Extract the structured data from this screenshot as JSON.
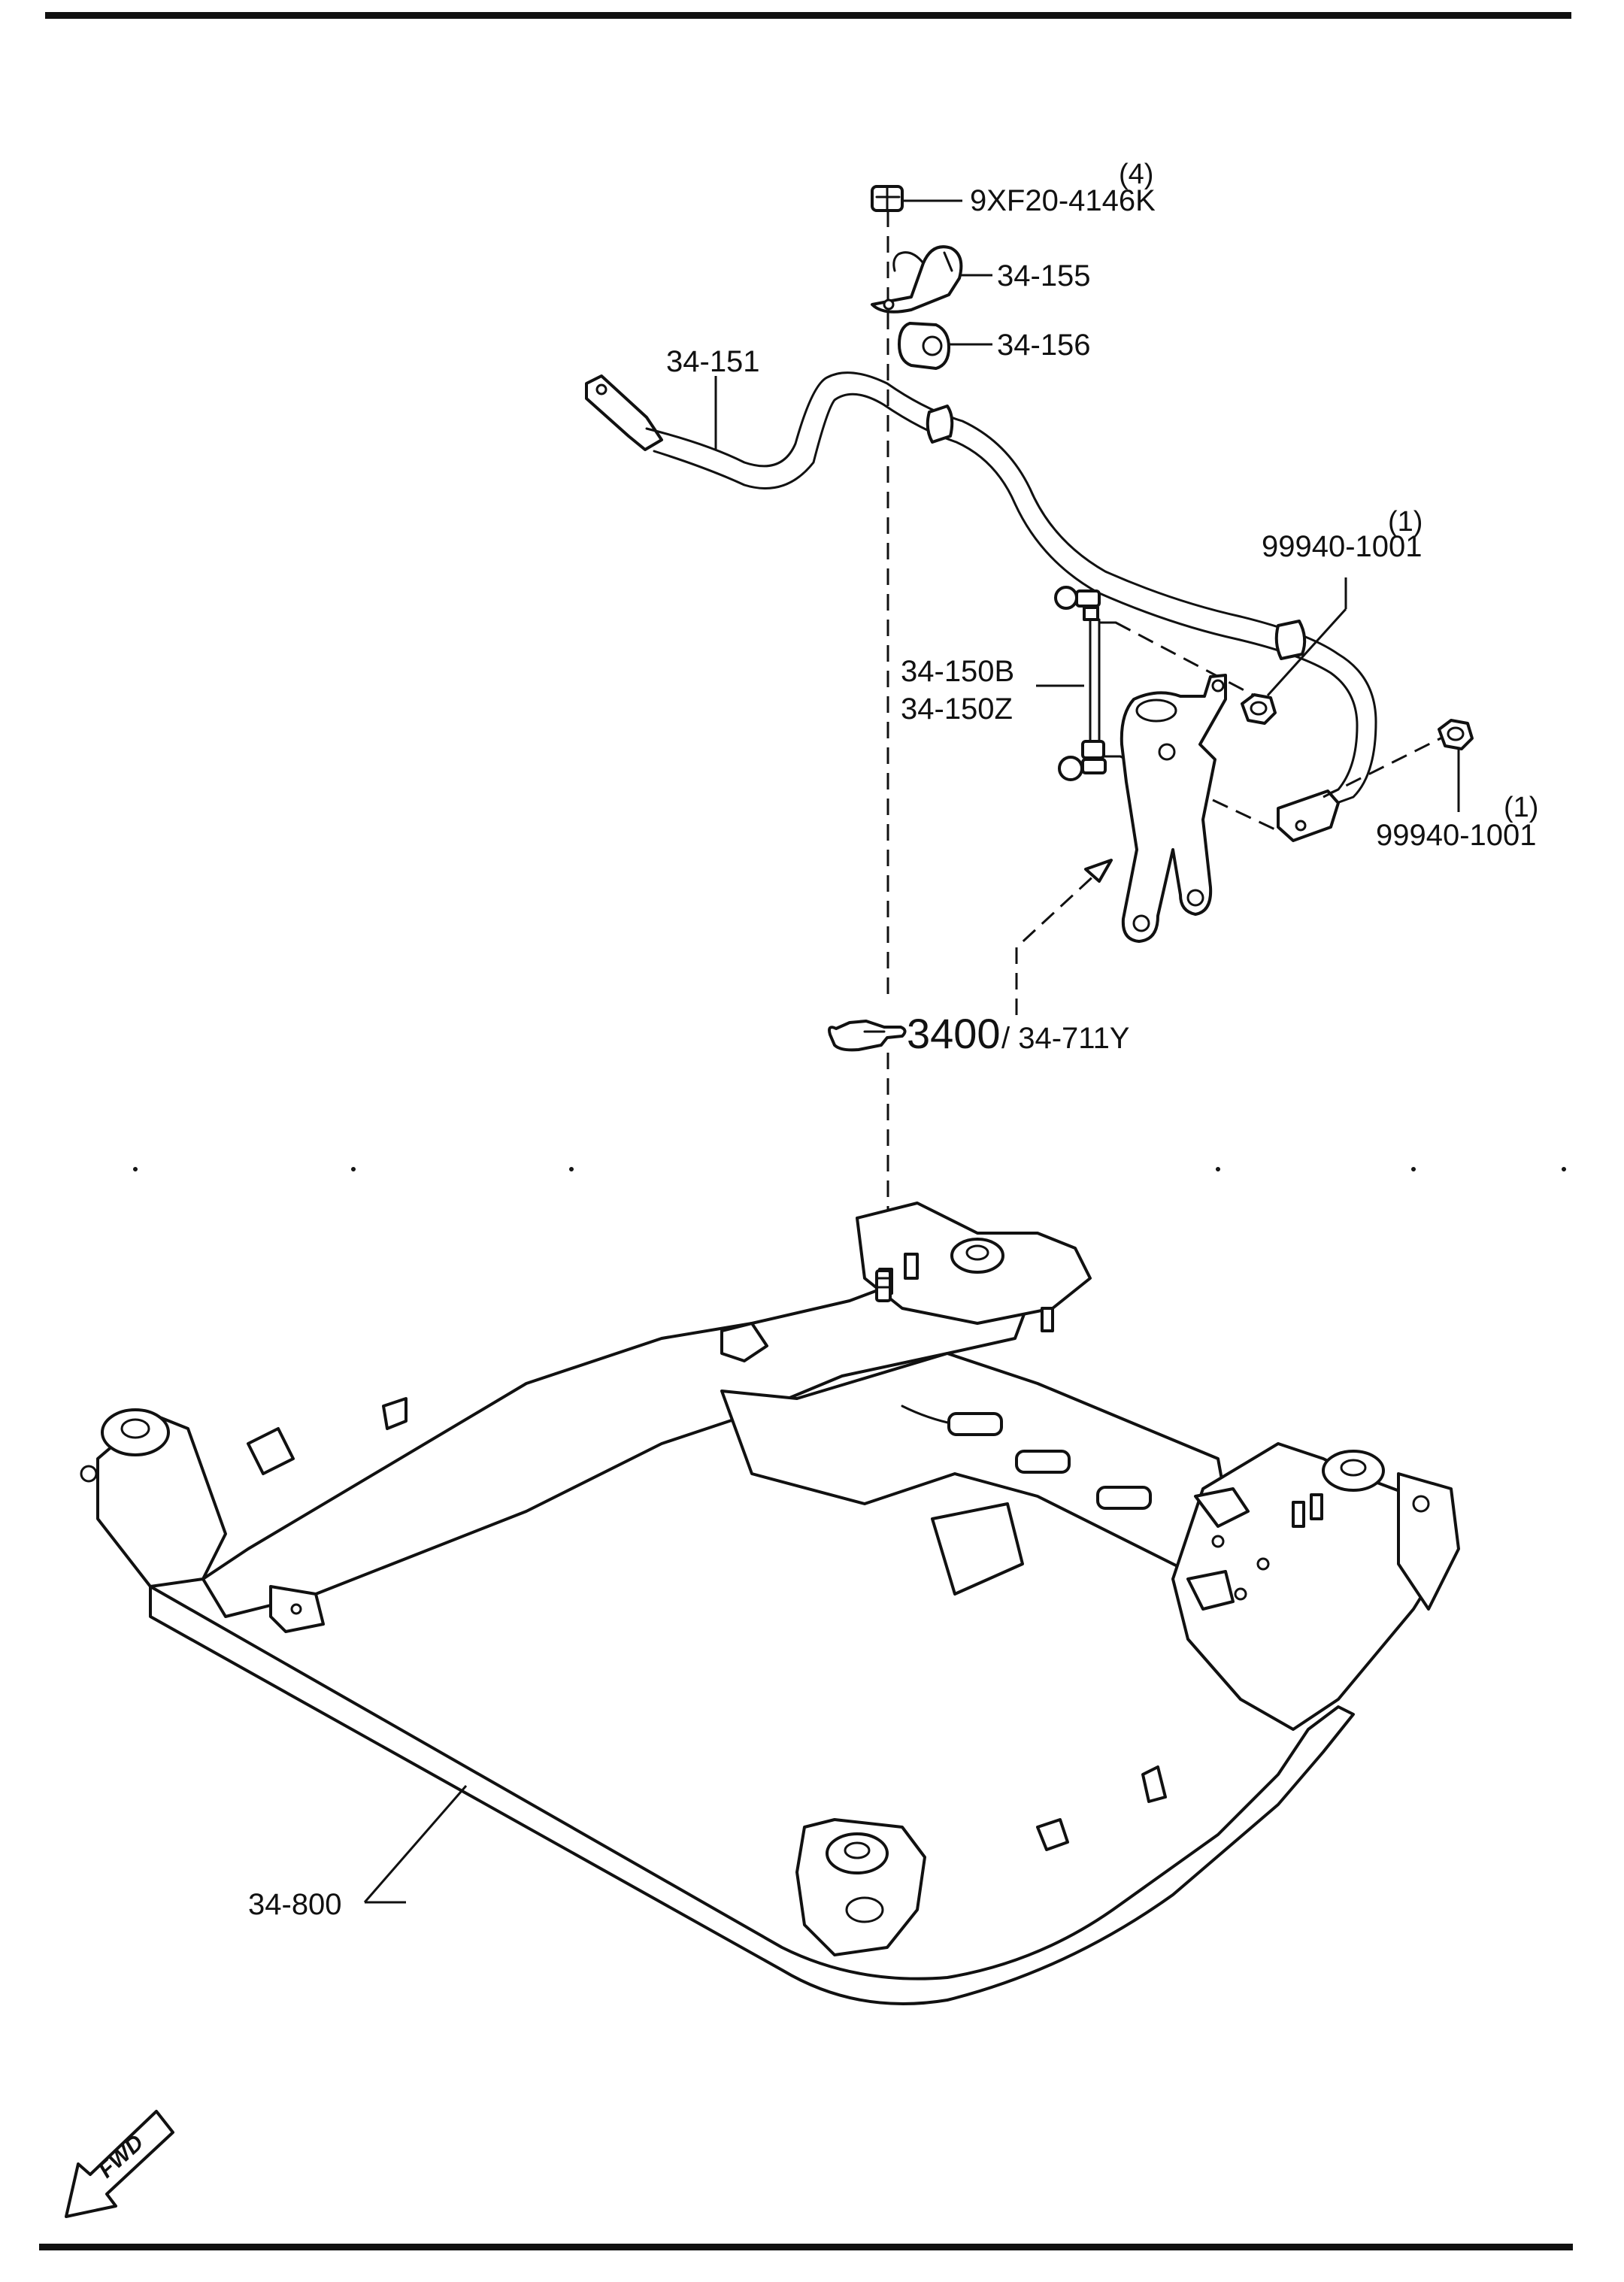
{
  "labels": {
    "bolt_qty": "(4)",
    "bolt": "9XF20-4146K",
    "bracket": "34-155",
    "bushing": "34-156",
    "stabilizer_bar": "34-151",
    "nut_upper_qty": "(1)",
    "nut_upper": "99940-1001",
    "link_b": "34-150B",
    "link_z": "34-150Z",
    "nut_lower_qty": "(1)",
    "nut_lower": "99940-1001",
    "ref_main": "3400",
    "ref_sub": "/ 34-711Y",
    "crossmember": "34-800",
    "fwd": "FWD"
  },
  "icons": {
    "reference": "pointing-hand-icon",
    "direction": "forward-arrow-icon"
  }
}
